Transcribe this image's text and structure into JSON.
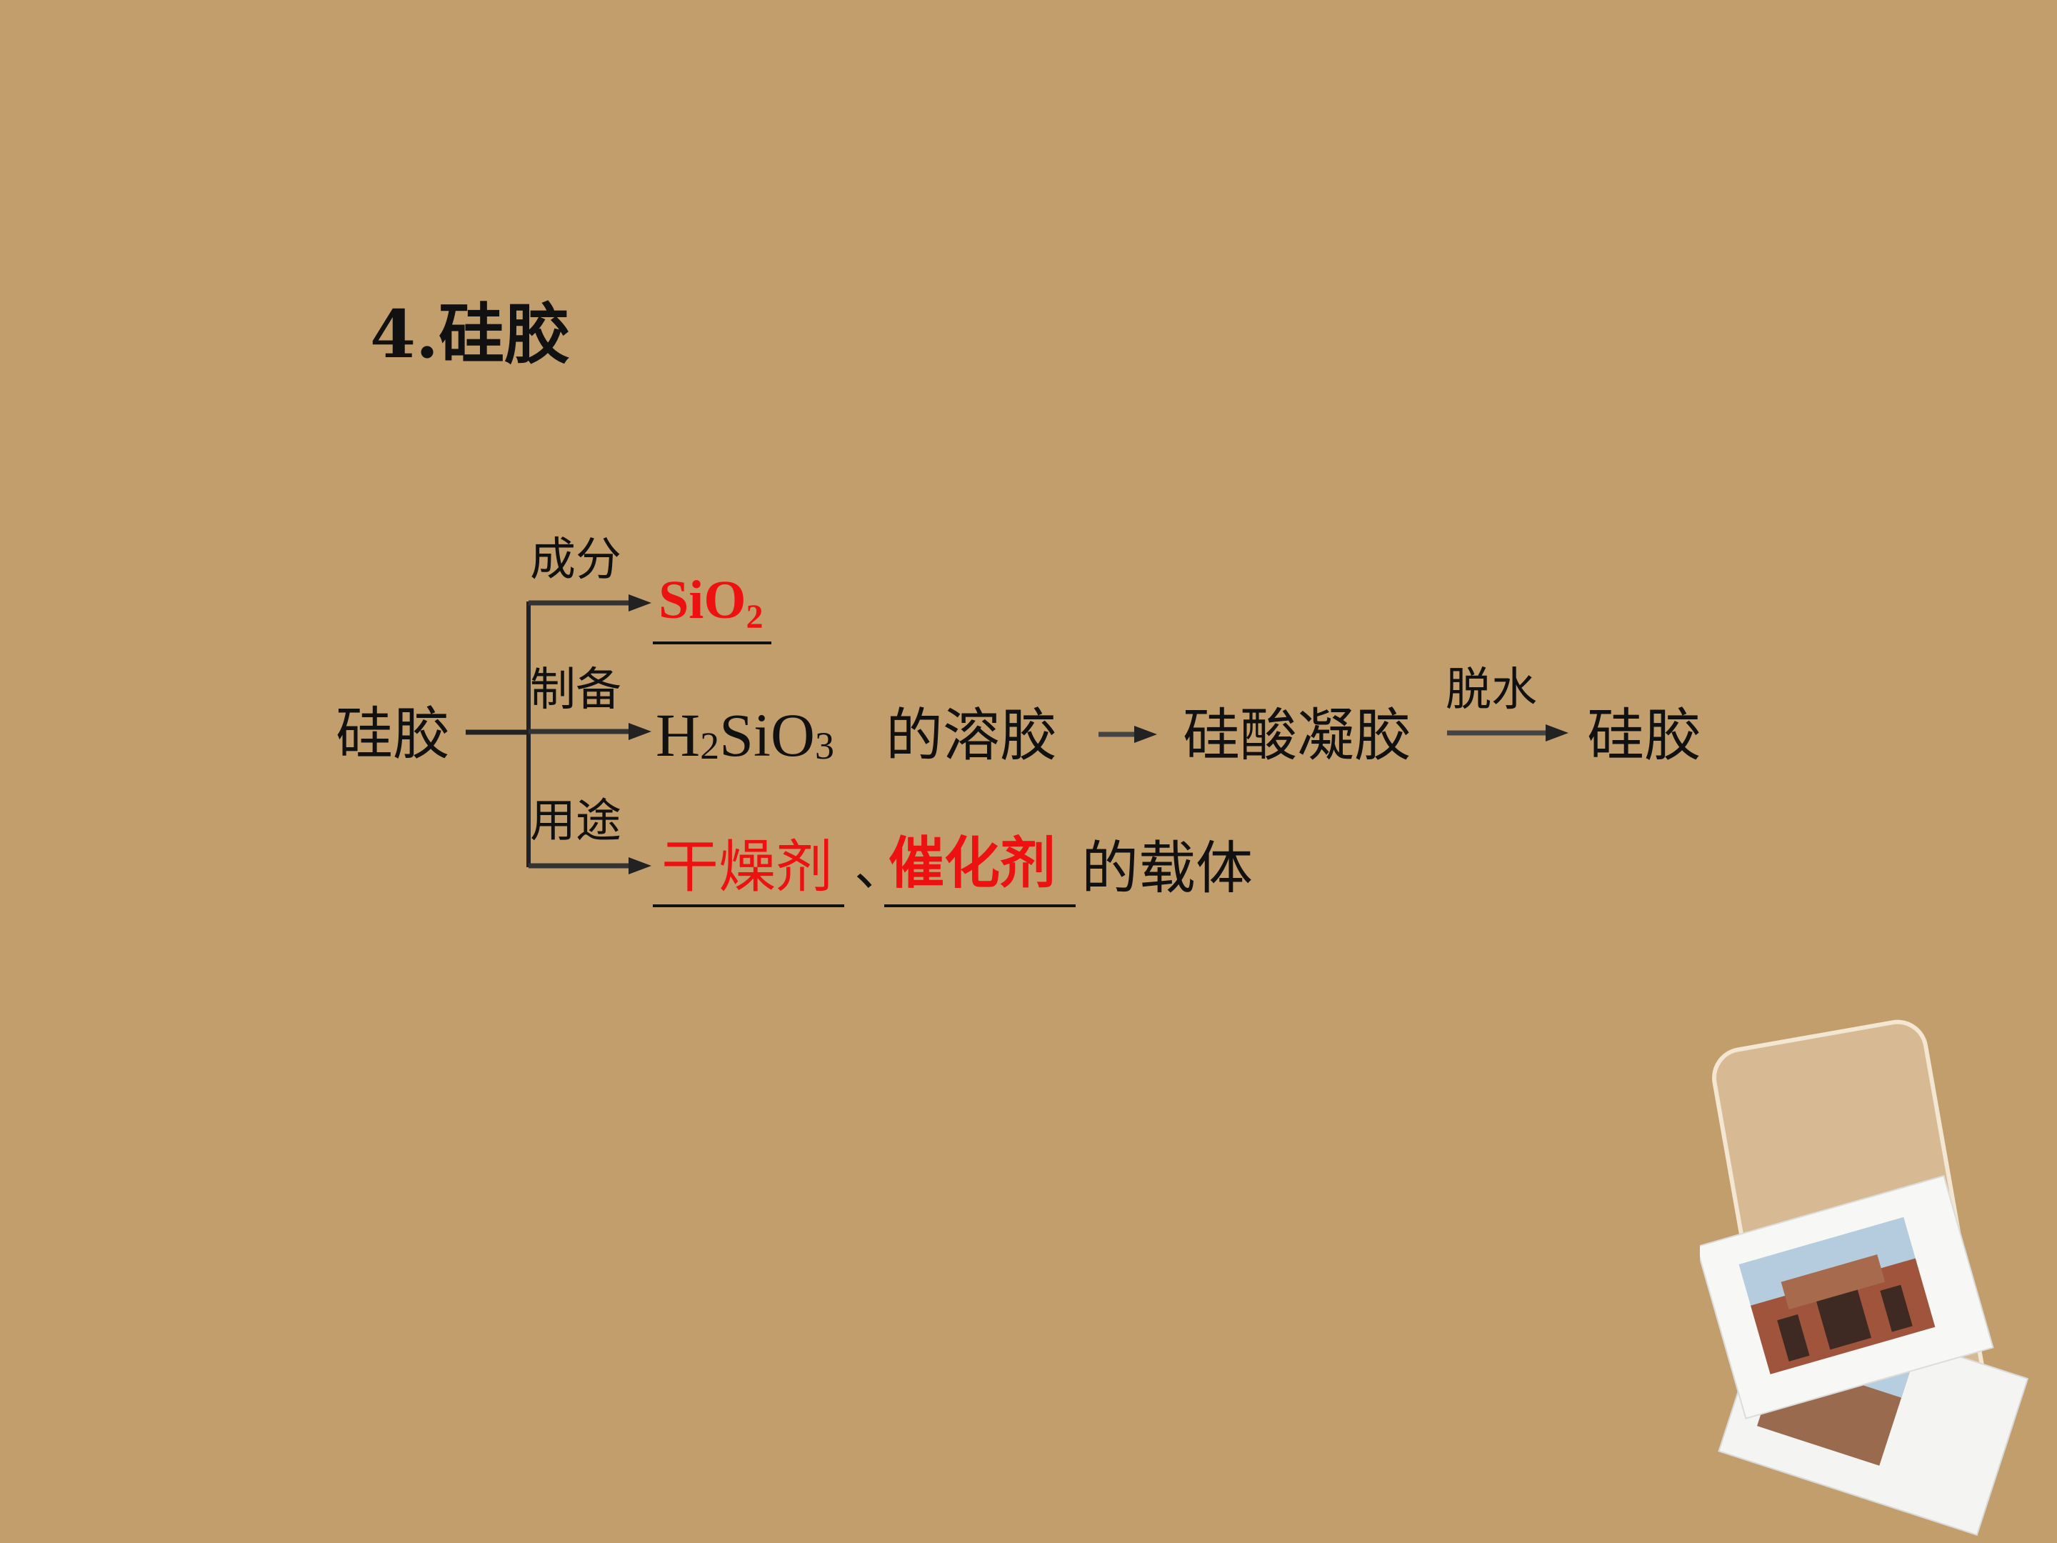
{
  "slide": {
    "title": "4.硅胶"
  },
  "diagram": {
    "root": "硅胶",
    "branch_labels": {
      "composition": "成分",
      "preparation": "制备",
      "use": "用途"
    },
    "composition": {
      "answer_main": "SiO",
      "answer_sub": "2"
    },
    "preparation": {
      "start_h": "H",
      "start_h_sub": "2",
      "start_si": "SiO",
      "start_si_sub": "3",
      "sol": "的溶胶",
      "gel": "硅酸凝胶",
      "step_label": "脱水",
      "product": "硅胶"
    },
    "use": {
      "answer_1": "干燥剂",
      "separator": "、",
      "answer_2": "催化剂",
      "suffix": "的载体"
    }
  },
  "colors": {
    "background": "#c39e6d",
    "answer": "#ee1111",
    "text": "#111111"
  },
  "decoration": {
    "icon": "photo-stack-icon"
  }
}
